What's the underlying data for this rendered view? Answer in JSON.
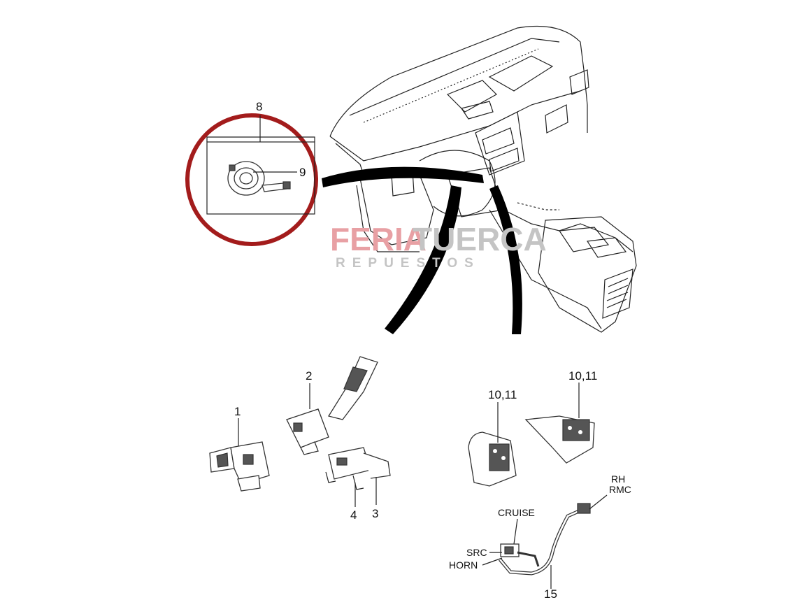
{
  "callouts": {
    "clock_spring_group": "8",
    "clock_spring": "9",
    "multifunction_switch": "1",
    "lighting_switch": "2",
    "wiper_switch": "3",
    "wiper_bracket": "4",
    "remote_switch_left": "10,11",
    "remote_switch_right": "10,11",
    "cruise": "CRUISE",
    "rh_line1": "RH",
    "rh_line2": "RMC",
    "src": "SRC",
    "horn": "HORN",
    "wiring": "15"
  },
  "watermark": {
    "word1": "FERIA",
    "word2": "TUERCA",
    "sub": "REPUESTOS",
    "color_red": "#e8a0a4",
    "color_gray": "#c4c4c4"
  },
  "highlight_color": "#a31c1c"
}
